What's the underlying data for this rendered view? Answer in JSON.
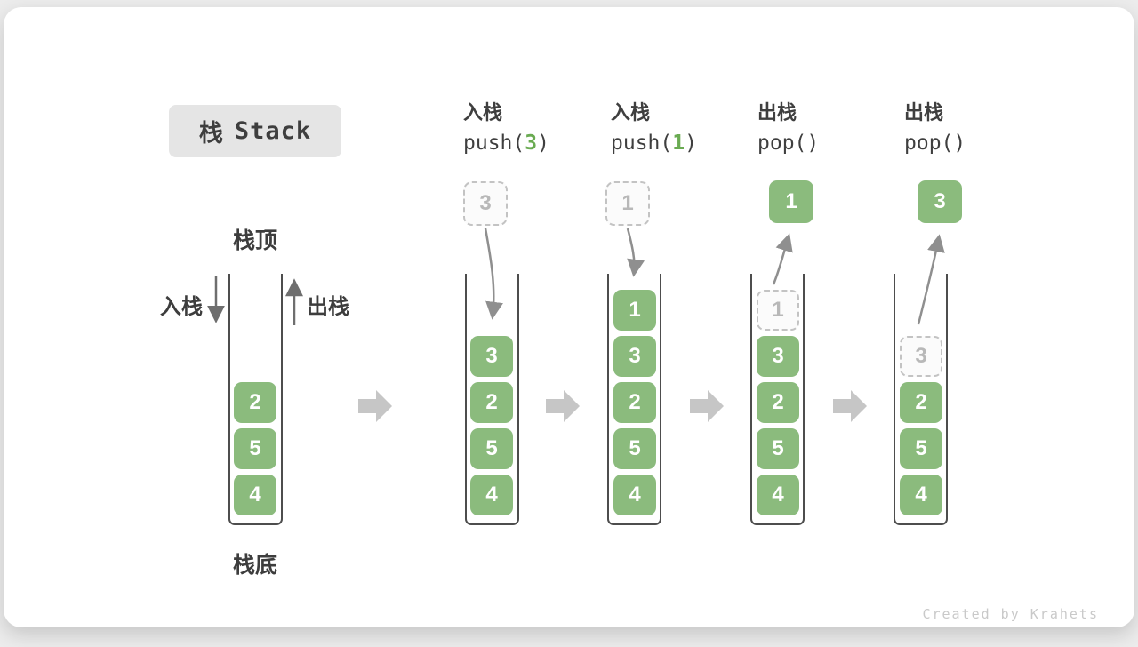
{
  "page": {
    "title_zh": "栈",
    "title_en": "Stack",
    "footer": "Created by Krahets"
  },
  "labels": {
    "stack_top": "栈顶",
    "stack_bottom": "栈底",
    "push": "入栈",
    "pop": "出栈"
  },
  "colors": {
    "cell_green": "#8bbb7d",
    "code_arg_green": "#6aab52",
    "dark_text": "#3f3f3f",
    "ghost_border": "#c3c3c3",
    "ghost_text": "#b8b8b8",
    "container_border": "#4d4d4d",
    "block_arrow_gray": "#c6c6c6",
    "curve_arrow_gray": "#8f8f8f",
    "title_bg": "#e5e5e5"
  },
  "stages": [
    {
      "items": [
        "2",
        "5",
        "4"
      ]
    },
    {
      "label_zh": "入栈",
      "code_pre": "push(",
      "code_arg": "3",
      "code_post": ")",
      "pending": "3",
      "items": [
        "3",
        "2",
        "5",
        "4"
      ]
    },
    {
      "label_zh": "入栈",
      "code_pre": "push(",
      "code_arg": "1",
      "code_post": ")",
      "pending": "1",
      "items": [
        "1",
        "3",
        "2",
        "5",
        "4"
      ]
    },
    {
      "label_zh": "出栈",
      "code_pre": "pop(",
      "code_post": ")",
      "popped": "1",
      "ghost": "1",
      "items": [
        "3",
        "2",
        "5",
        "4"
      ]
    },
    {
      "label_zh": "出栈",
      "code_pre": "pop(",
      "code_post": ")",
      "popped": "3",
      "ghost": "3",
      "items": [
        "2",
        "5",
        "4"
      ]
    }
  ]
}
